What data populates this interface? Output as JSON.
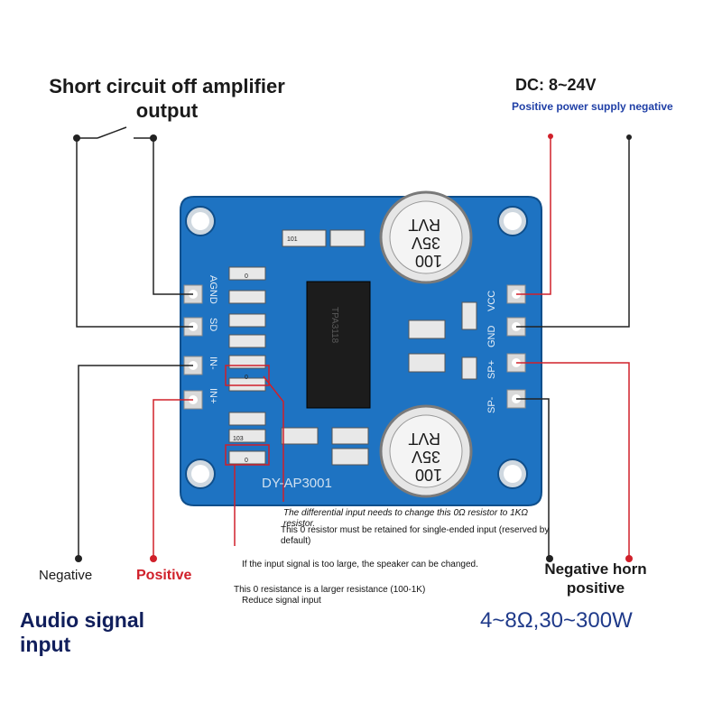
{
  "labels": {
    "short_circuit": "Short circuit off amplifier output",
    "dc": "DC: 8~24V",
    "power_polarity": "Positive power supply negative",
    "negative": "Negative",
    "positive": "Positive",
    "audio_input": "Audio signal input",
    "horn": "Negative horn positive",
    "spec": "4~8Ω,30~300W"
  },
  "notes": {
    "differential": "The differential input needs to change this 0Ω resistor to 1KΩ resistor.",
    "single_ended": "This 0 resistor must be retained for single-ended input (reserved by default)",
    "too_large": "If the input signal is too large, the speaker can be changed.",
    "zero_resistance": "This 0 resistance is a larger resistance (100-1K)",
    "reduce": "Reduce signal input"
  },
  "board": {
    "model": "DY-AP3001",
    "left_pins": [
      "AGND",
      "SD",
      "IN-",
      "IN+"
    ],
    "right_pins": [
      "VCC",
      "GND",
      "SP+",
      "SP-"
    ],
    "capacitor_top": [
      "100",
      "35V",
      "RVT"
    ],
    "capacitor_bottom": [
      "100",
      "35V",
      "RVT"
    ],
    "chip_marking": "TPA3118",
    "resistor_codes": [
      "101",
      "103",
      "0",
      "0",
      "0"
    ]
  },
  "colors": {
    "pcb": "#1e73c2",
    "wire_black": "#222222",
    "wire_red": "#d0202a",
    "title_blue": "#1f3a8a"
  }
}
